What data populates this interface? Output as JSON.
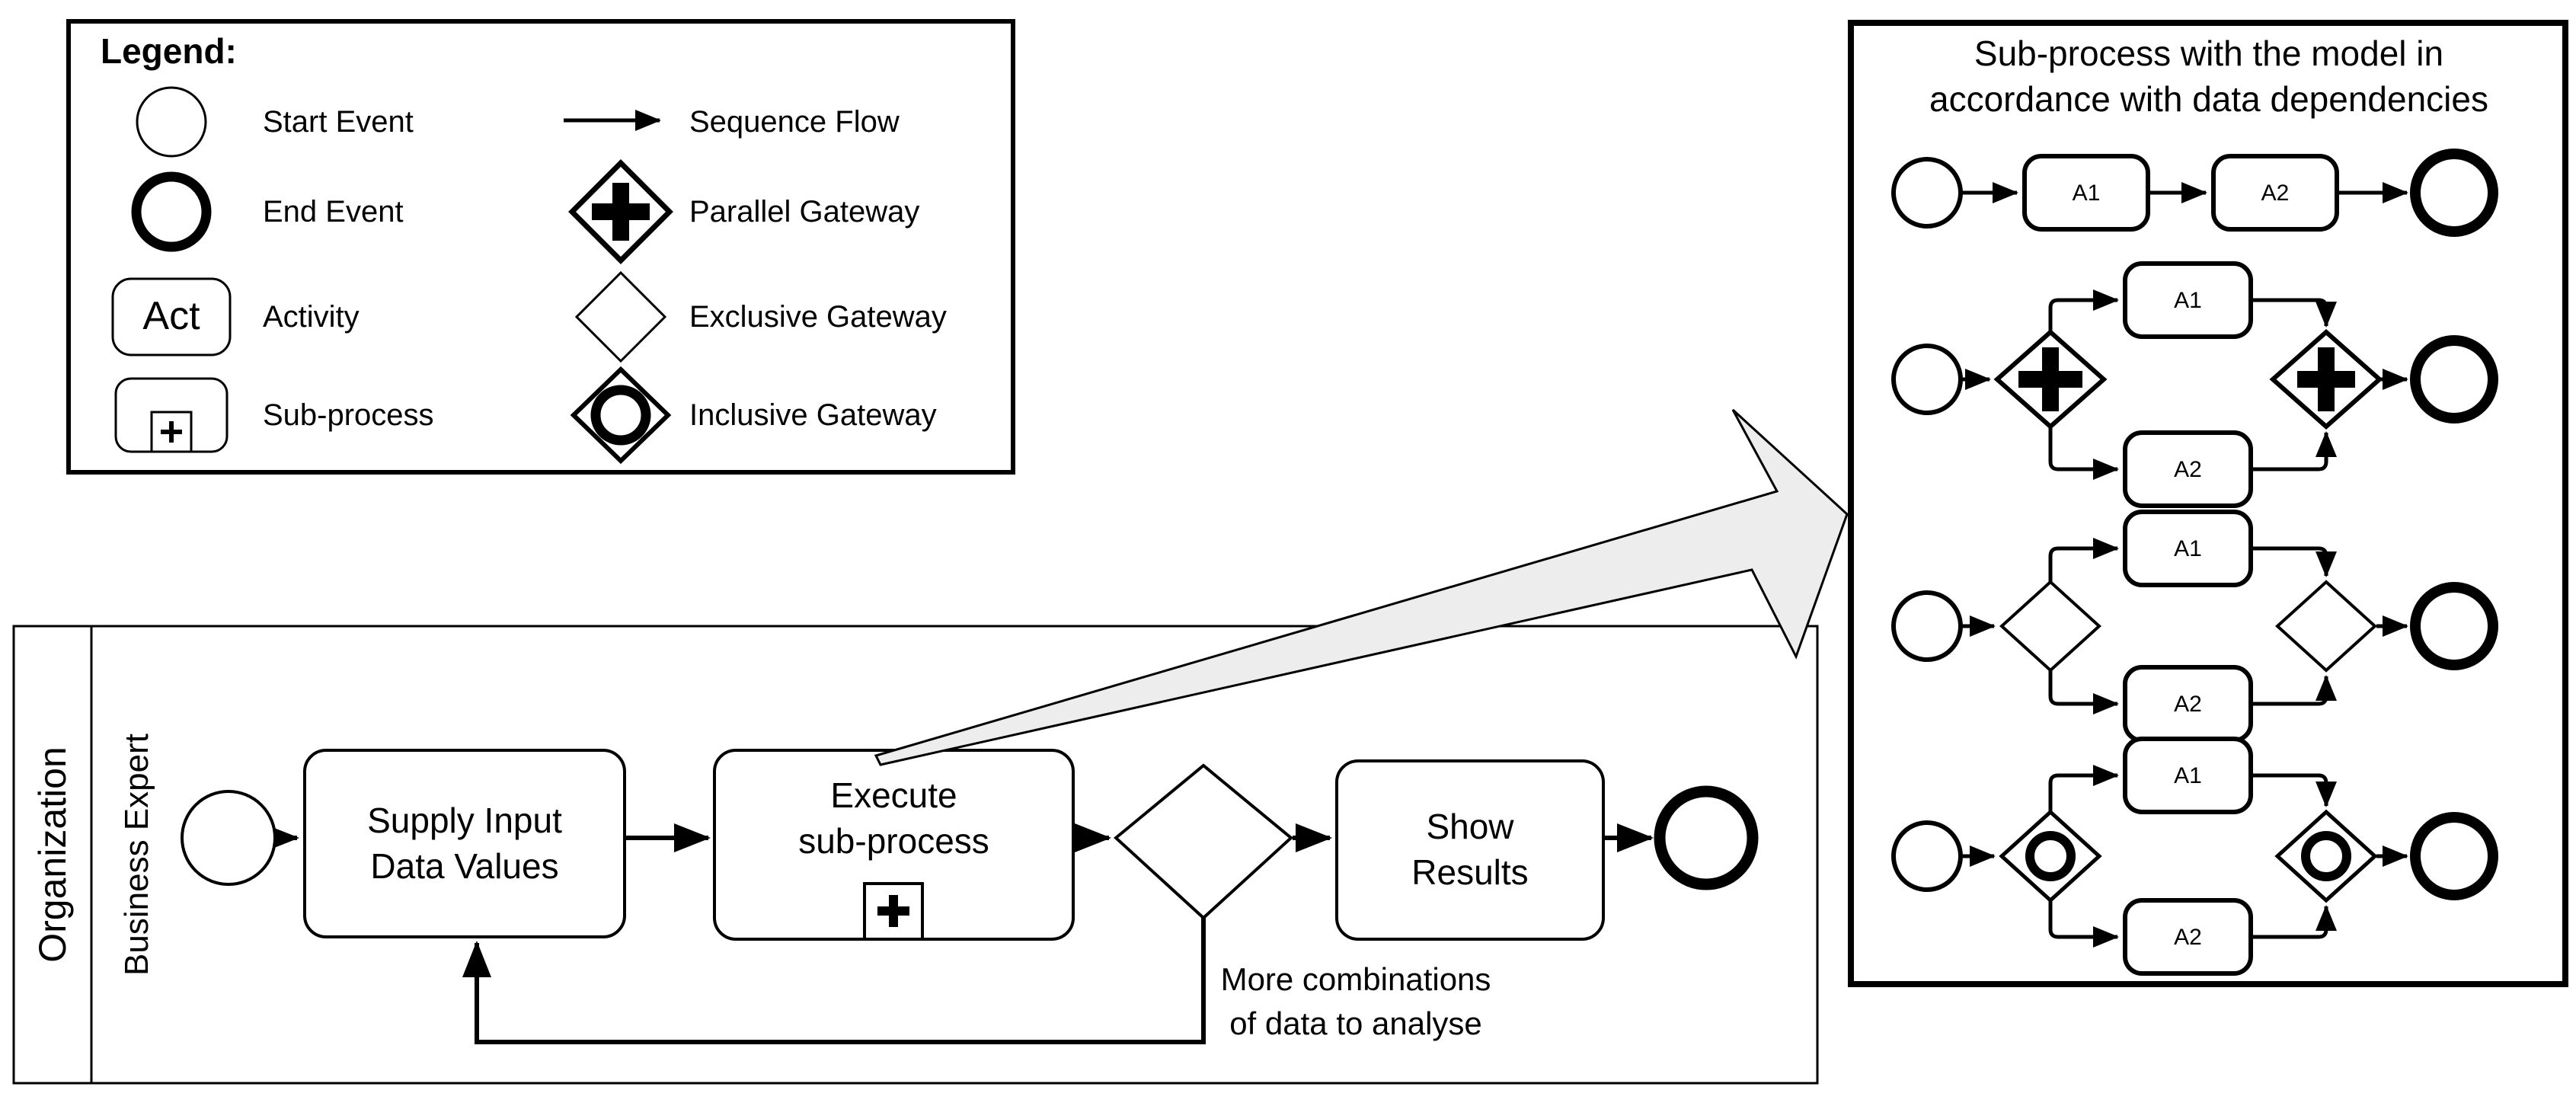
{
  "colors": {
    "ink": "#000000",
    "paper": "#ffffff",
    "callout_arrow_fill": "#ededed"
  },
  "legend": {
    "heading": "Legend:",
    "col1": [
      {
        "icon": "start-event-icon",
        "label": "Start Event"
      },
      {
        "icon": "end-event-icon",
        "label": "End Event"
      },
      {
        "icon": "activity-icon",
        "label": "Activity",
        "symbol_text": "Act"
      },
      {
        "icon": "sub-process-icon",
        "label": "Sub-process"
      }
    ],
    "col2": [
      {
        "icon": "sequence-flow-icon",
        "label": "Sequence Flow"
      },
      {
        "icon": "parallel-gateway-icon",
        "label": "Parallel Gateway"
      },
      {
        "icon": "exclusive-gateway-icon",
        "label": "Exclusive Gateway"
      },
      {
        "icon": "inclusive-gateway-icon",
        "label": "Inclusive Gateway"
      }
    ]
  },
  "pool": {
    "title": "Organization",
    "lane": "Business Expert",
    "tasks": {
      "supply": "Supply Input\nData Values",
      "execute": "Execute\nsub-process",
      "show": "Show\nResults"
    },
    "loop_label": "More combinations\nof data to analyse"
  },
  "panel": {
    "title": "Sub-process with the model in\naccordance with data dependencies",
    "rows": [
      {
        "pattern": "sequence",
        "gateway": "none",
        "a1": "A1",
        "a2": "A2"
      },
      {
        "pattern": "parallel-split-join",
        "gateway": "parallel",
        "a1": "A1",
        "a2": "A2"
      },
      {
        "pattern": "exclusive-split-join",
        "gateway": "exclusive",
        "a1": "A1",
        "a2": "A2"
      },
      {
        "pattern": "inclusive-split-join",
        "gateway": "inclusive",
        "a1": "A1",
        "a2": "A2"
      }
    ]
  }
}
